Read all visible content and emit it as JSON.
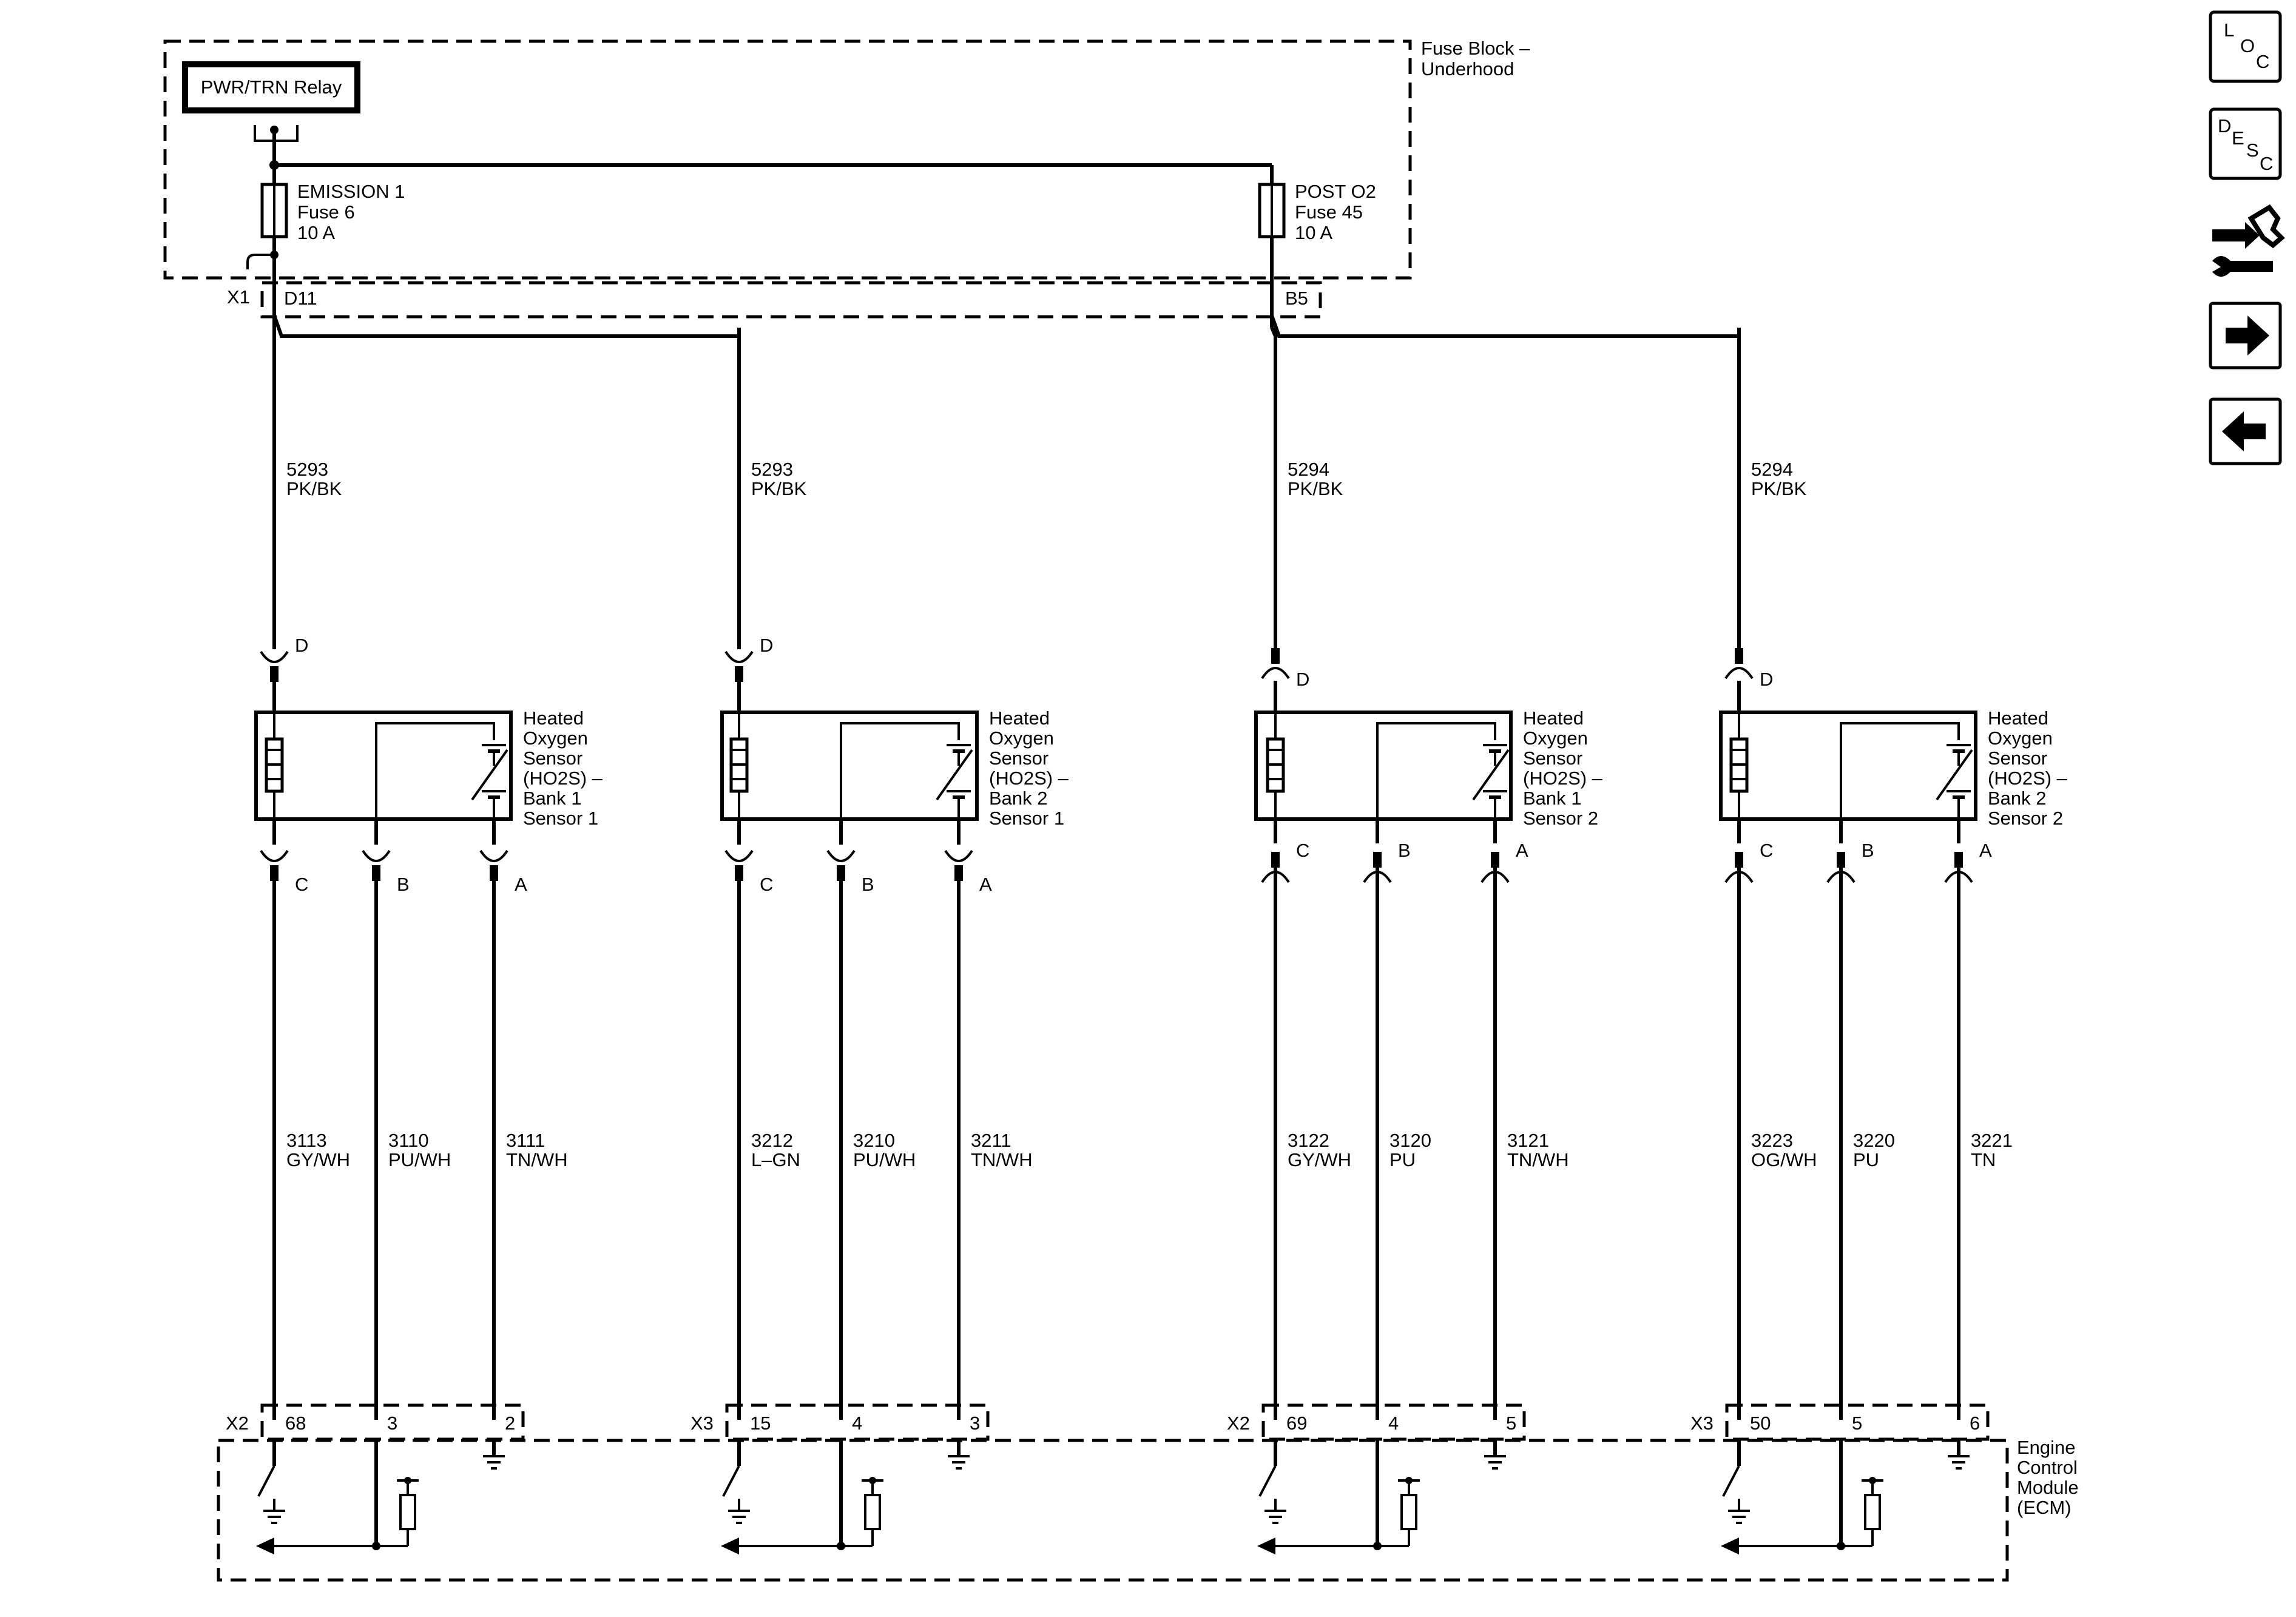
{
  "fuse_block": {
    "name": "Fuse Block –",
    "name_line2": "Underhood",
    "relay_label": "PWR/TRN Relay",
    "fuse1": {
      "name": "EMISSION 1",
      "fuse": "Fuse 6",
      "rating": "10 A"
    },
    "fuse2": {
      "name": "POST O2",
      "fuse": "Fuse 45",
      "rating": "10 A"
    },
    "connector": "X1",
    "pin1": "D11",
    "pin2": "B5"
  },
  "feed_wires": [
    {
      "circuit": "5293",
      "color": "PK/BK"
    },
    {
      "circuit": "5293",
      "color": "PK/BK"
    },
    {
      "circuit": "5294",
      "color": "PK/BK"
    },
    {
      "circuit": "5294",
      "color": "PK/BK"
    }
  ],
  "sensors": [
    {
      "label_lines": [
        "Heated",
        "Oxygen",
        "Sensor",
        "(HO2S)  –",
        "Bank 1",
        "Sensor 1"
      ],
      "pin_top": "D",
      "pins": [
        "C",
        "B",
        "A"
      ],
      "wires": [
        {
          "circuit": "3113",
          "color": "GY/WH"
        },
        {
          "circuit": "3110",
          "color": "PU/WH"
        },
        {
          "circuit": "3111",
          "color": "TN/WH"
        }
      ],
      "ecm_connector": "X2",
      "ecm_pins": [
        "68",
        "3",
        "2"
      ]
    },
    {
      "label_lines": [
        "Heated",
        "Oxygen",
        "Sensor",
        "(HO2S)  –",
        "Bank 2",
        "Sensor 1"
      ],
      "pin_top": "D",
      "pins": [
        "C",
        "B",
        "A"
      ],
      "wires": [
        {
          "circuit": "3212",
          "color": "L–GN"
        },
        {
          "circuit": "3210",
          "color": "PU/WH"
        },
        {
          "circuit": "3211",
          "color": "TN/WH"
        }
      ],
      "ecm_connector": "X3",
      "ecm_pins": [
        "15",
        "4",
        "3"
      ]
    },
    {
      "label_lines": [
        "Heated",
        "Oxygen",
        "Sensor",
        "(HO2S)  –",
        "Bank 1",
        "Sensor 2"
      ],
      "pin_top": "D",
      "pins": [
        "C",
        "B",
        "A"
      ],
      "wires": [
        {
          "circuit": "3122",
          "color": "GY/WH"
        },
        {
          "circuit": "3120",
          "color": "PU"
        },
        {
          "circuit": "3121",
          "color": "TN/WH"
        }
      ],
      "ecm_connector": "X2",
      "ecm_pins": [
        "69",
        "4",
        "5"
      ]
    },
    {
      "label_lines": [
        "Heated",
        "Oxygen",
        "Sensor",
        "(HO2S)  –",
        "Bank 2",
        "Sensor 2"
      ],
      "pin_top": "D",
      "pins": [
        "C",
        "B",
        "A"
      ],
      "wires": [
        {
          "circuit": "3223",
          "color": "OG/WH"
        },
        {
          "circuit": "3220",
          "color": "PU"
        },
        {
          "circuit": "3221",
          "color": "TN"
        }
      ],
      "ecm_connector": "X3",
      "ecm_pins": [
        "50",
        "5",
        "6"
      ]
    }
  ],
  "ecm": {
    "lines": [
      "Engine",
      "Control",
      "Module",
      "(ECM)"
    ]
  },
  "nav": {
    "loc": {
      "letters": [
        "L",
        "O",
        "C"
      ]
    },
    "desc": {
      "letters": [
        "D",
        "E",
        "S",
        "C"
      ]
    },
    "icons": [
      "connector-tool-icon",
      "arrow-right-icon",
      "arrow-left-icon"
    ]
  }
}
